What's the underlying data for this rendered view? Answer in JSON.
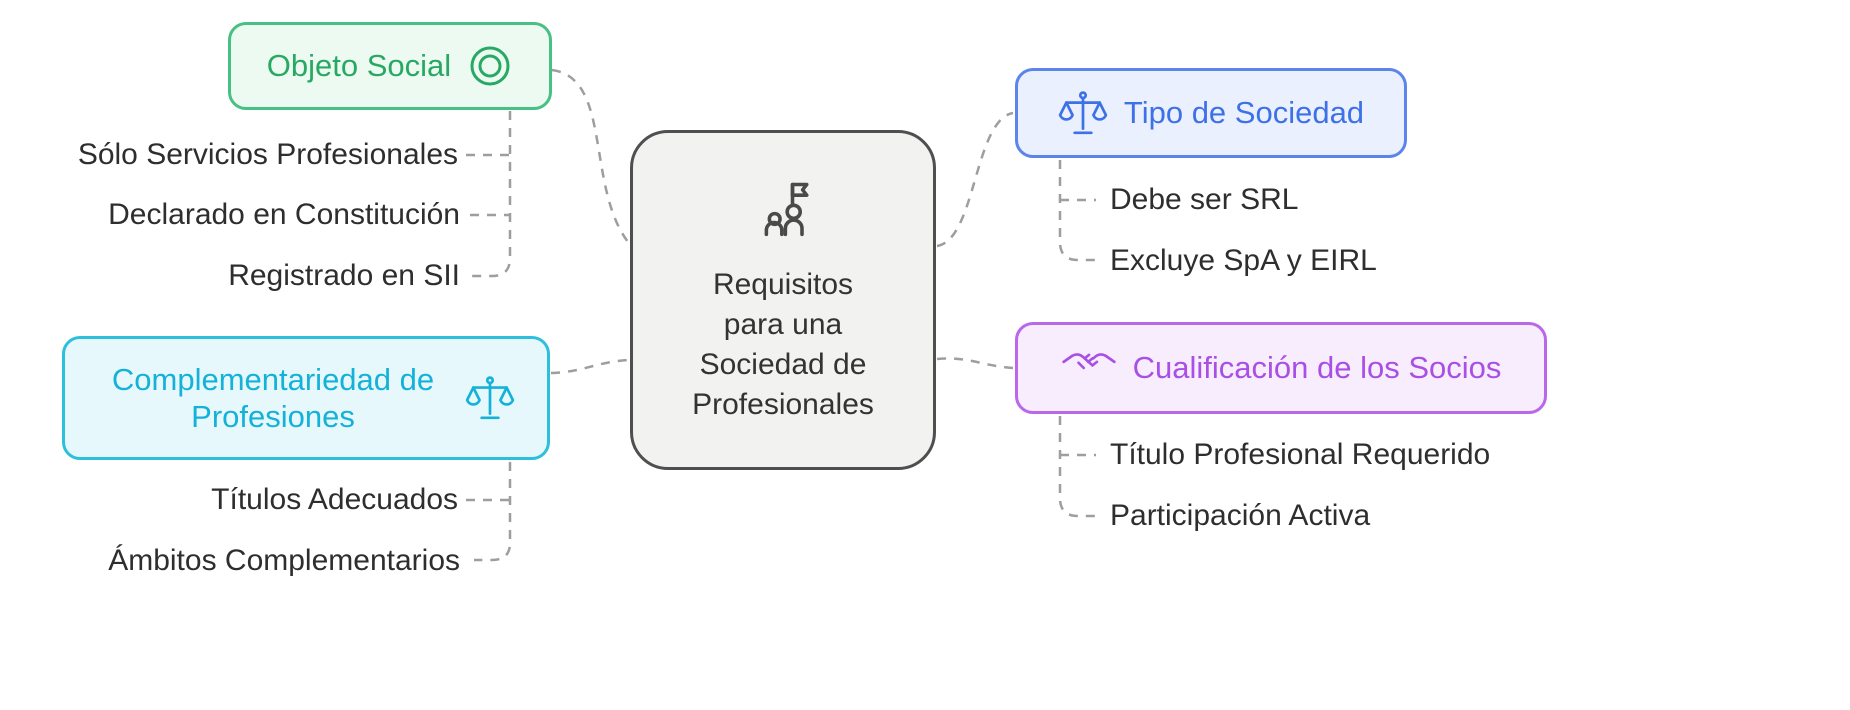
{
  "diagram": {
    "center": {
      "title": "Requisitos\npara una\nSociedad de\nProfesionales",
      "icon": "people-with-flag-icon"
    },
    "branches": [
      {
        "id": "objeto-social",
        "label": "Objeto Social",
        "icon": "target-circles-icon",
        "color_theme": "green",
        "children": [
          "Sólo Servicios Profesionales",
          "Declarado en Constitución",
          "Registrado en SII"
        ]
      },
      {
        "id": "complementariedad-de-profesiones",
        "label": "Complementariedad de Profesiones",
        "icon": "scales-icon",
        "color_theme": "cyan",
        "children": [
          "Títulos Adecuados",
          "Ámbitos Complementarios"
        ]
      },
      {
        "id": "tipo-de-sociedad",
        "label": "Tipo de Sociedad",
        "icon": "scales-icon",
        "color_theme": "blue",
        "children": [
          "Debe ser SRL",
          "Excluye SpA y EIRL"
        ]
      },
      {
        "id": "cualificacion-de-los-socios",
        "label": "Cualificación de los Socios",
        "icon": "handshake-icon",
        "color_theme": "purple",
        "children": [
          "Título Profesional Requerido",
          "Participación Activa"
        ]
      }
    ]
  },
  "colors": {
    "green_text": "#28a963",
    "green_border": "#46c183",
    "green_bg": "#ecfaf2",
    "cyan_text": "#14b2d8",
    "cyan_border": "#2cc0dd",
    "cyan_bg": "#e7f8fc",
    "blue_text": "#3d71e8",
    "blue_border": "#5b85ea",
    "blue_bg": "#eaf0fd",
    "purple_text": "#a94fe5",
    "purple_border": "#bb67ea",
    "purple_bg": "#f7edfd",
    "center_border": "#4f4f4f",
    "center_bg": "#f2f2f1",
    "center_icon": "#4a4a4a",
    "text": "#2e2e2e",
    "connector": "#9e9e9e"
  }
}
